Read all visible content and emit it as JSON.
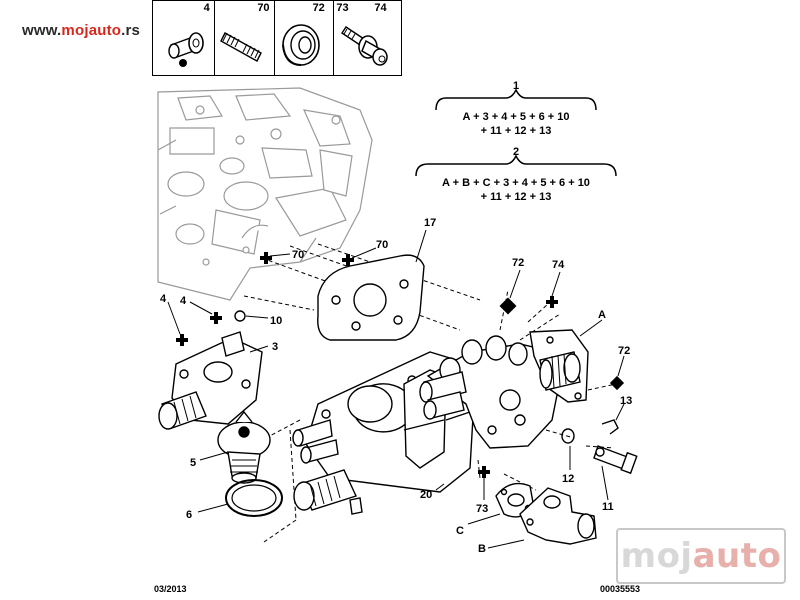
{
  "watermark": {
    "prefix": "www.",
    "brand": "mojauto",
    "suffix": ".rs"
  },
  "parts_box": [
    {
      "number": "4",
      "name": "plug"
    },
    {
      "number": "70",
      "name": "stud"
    },
    {
      "number": "72",
      "name": "seal"
    },
    {
      "number": "73",
      "name": "bolt"
    },
    {
      "number": "74",
      "name": "bolt"
    }
  ],
  "kits": [
    {
      "number": "1",
      "line1": "A + 3 + 4 + 5 + 6 + 10",
      "line2": "+ 11 + 12 + 13"
    },
    {
      "number": "2",
      "line1": "A + B + C + 3 + 4 + 5 + 6 + 10",
      "line2": "+ 11 + 12 + 13"
    }
  ],
  "callouts": {
    "n17": "17",
    "n70a": "70",
    "n70b": "70",
    "n72a": "72",
    "n74": "74",
    "nA": "A",
    "n72b": "72",
    "n13": "13",
    "n12": "12",
    "n11": "11",
    "n73": "73",
    "n20": "20",
    "nC": "C",
    "nB": "B",
    "n4a": "4",
    "n4b": "4",
    "n10": "10",
    "n3": "3",
    "n5": "5",
    "n6": "6"
  },
  "footer": {
    "date": "03/2013",
    "ref": "00035553"
  },
  "brand_box": {
    "part1": "moj",
    "part2": "auto"
  }
}
